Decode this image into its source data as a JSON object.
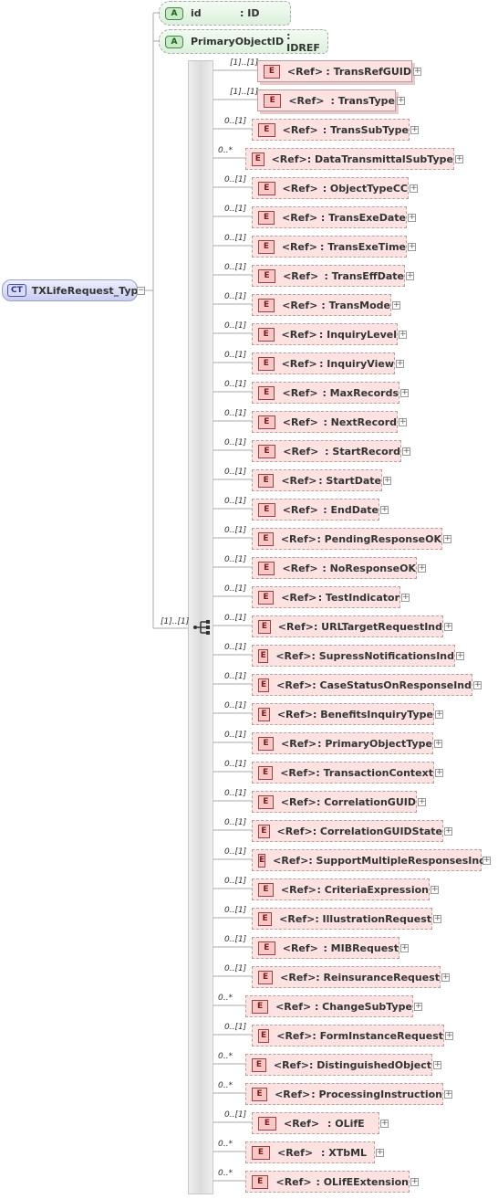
{
  "complex_type": {
    "badge": "CT",
    "name": "TXLifeRequest_Type"
  },
  "attributes": [
    {
      "badge": "A",
      "name": "id",
      "type": ": ID"
    },
    {
      "badge": "A",
      "name": "PrimaryObjectID",
      "type": ": IDREF"
    }
  ],
  "sequence": {
    "cardinality": "[1]..[1]"
  },
  "elements": [
    {
      "cardinality": "[1]..[1]",
      "badge": "E",
      "ref": "<Ref>",
      "name": ": TransRefGUID"
    },
    {
      "cardinality": "[1]..[1]",
      "badge": "E",
      "ref": "<Ref>",
      "name": ": TransType"
    },
    {
      "cardinality": "0..[1]",
      "badge": "E",
      "ref": "<Ref>",
      "name": ": TransSubType"
    },
    {
      "cardinality": "0..*",
      "badge": "E",
      "ref": "<Ref>",
      "name": ": DataTransmittalSubType"
    },
    {
      "cardinality": "0..[1]",
      "badge": "E",
      "ref": "<Ref>",
      "name": ": ObjectTypeCC"
    },
    {
      "cardinality": "0..[1]",
      "badge": "E",
      "ref": "<Ref>",
      "name": ": TransExeDate"
    },
    {
      "cardinality": "0..[1]",
      "badge": "E",
      "ref": "<Ref>",
      "name": ": TransExeTime"
    },
    {
      "cardinality": "0..[1]",
      "badge": "E",
      "ref": "<Ref>",
      "name": ": TransEffDate"
    },
    {
      "cardinality": "0..[1]",
      "badge": "E",
      "ref": "<Ref>",
      "name": ": TransMode"
    },
    {
      "cardinality": "0..[1]",
      "badge": "E",
      "ref": "<Ref>",
      "name": ": InquiryLevel"
    },
    {
      "cardinality": "0..[1]",
      "badge": "E",
      "ref": "<Ref>",
      "name": ": InquiryView"
    },
    {
      "cardinality": "0..[1]",
      "badge": "E",
      "ref": "<Ref>",
      "name": ": MaxRecords"
    },
    {
      "cardinality": "0..[1]",
      "badge": "E",
      "ref": "<Ref>",
      "name": ": NextRecord"
    },
    {
      "cardinality": "0..[1]",
      "badge": "E",
      "ref": "<Ref>",
      "name": ": StartRecord"
    },
    {
      "cardinality": "0..[1]",
      "badge": "E",
      "ref": "<Ref>",
      "name": ": StartDate"
    },
    {
      "cardinality": "0..[1]",
      "badge": "E",
      "ref": "<Ref>",
      "name": ": EndDate"
    },
    {
      "cardinality": "0..[1]",
      "badge": "E",
      "ref": "<Ref>",
      "name": ": PendingResponseOK"
    },
    {
      "cardinality": "0..[1]",
      "badge": "E",
      "ref": "<Ref>",
      "name": ": NoResponseOK"
    },
    {
      "cardinality": "0..[1]",
      "badge": "E",
      "ref": "<Ref>",
      "name": ": TestIndicator"
    },
    {
      "cardinality": "0..[1]",
      "badge": "E",
      "ref": "<Ref>",
      "name": ": URLTargetRequestInd"
    },
    {
      "cardinality": "0..[1]",
      "badge": "E",
      "ref": "<Ref>",
      "name": ": SupressNotificationsInd"
    },
    {
      "cardinality": "0..[1]",
      "badge": "E",
      "ref": "<Ref>",
      "name": ": CaseStatusOnResponseInd"
    },
    {
      "cardinality": "0..[1]",
      "badge": "E",
      "ref": "<Ref>",
      "name": ": BenefitsInquiryType"
    },
    {
      "cardinality": "0..[1]",
      "badge": "E",
      "ref": "<Ref>",
      "name": ": PrimaryObjectType"
    },
    {
      "cardinality": "0..[1]",
      "badge": "E",
      "ref": "<Ref>",
      "name": ": TransactionContext"
    },
    {
      "cardinality": "0..[1]",
      "badge": "E",
      "ref": "<Ref>",
      "name": ": CorrelationGUID"
    },
    {
      "cardinality": "0..[1]",
      "badge": "E",
      "ref": "<Ref>",
      "name": ": CorrelationGUIDState"
    },
    {
      "cardinality": "0..[1]",
      "badge": "E",
      "ref": "<Ref>",
      "name": ": SupportMultipleResponsesInd"
    },
    {
      "cardinality": "0..[1]",
      "badge": "E",
      "ref": "<Ref>",
      "name": ": CriteriaExpression"
    },
    {
      "cardinality": "0..[1]",
      "badge": "E",
      "ref": "<Ref>",
      "name": ": IllustrationRequest"
    },
    {
      "cardinality": "0..[1]",
      "badge": "E",
      "ref": "<Ref>",
      "name": ": MIBRequest"
    },
    {
      "cardinality": "0..[1]",
      "badge": "E",
      "ref": "<Ref>",
      "name": ": ReinsuranceRequest"
    },
    {
      "cardinality": "0..*",
      "badge": "E",
      "ref": "<Ref>",
      "name": ": ChangeSubType"
    },
    {
      "cardinality": "0..[1]",
      "badge": "E",
      "ref": "<Ref>",
      "name": ": FormInstanceRequest"
    },
    {
      "cardinality": "0..*",
      "badge": "E",
      "ref": "<Ref>",
      "name": ": DistinguishedObject"
    },
    {
      "cardinality": "0..*",
      "badge": "E",
      "ref": "<Ref>",
      "name": ": ProcessingInstruction"
    },
    {
      "cardinality": "0..[1]",
      "badge": "E",
      "ref": "<Ref>",
      "name": ": OLifE"
    },
    {
      "cardinality": "0..*",
      "badge": "E",
      "ref": "<Ref>",
      "name": ": XTbML"
    },
    {
      "cardinality": "0..*",
      "badge": "E",
      "ref": "<Ref>",
      "name": ": OLifEExtension"
    }
  ]
}
